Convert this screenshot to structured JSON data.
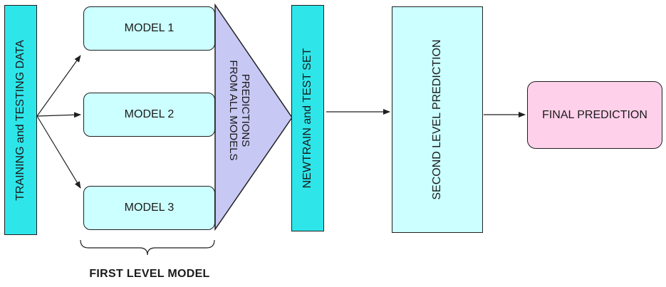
{
  "diagram": {
    "training_data_label": "TRAINING and TESTING DATA",
    "models": [
      {
        "label": "MODEL 1"
      },
      {
        "label": "MODEL 2"
      },
      {
        "label": "MODEL 3"
      }
    ],
    "predictions_label_line1": "PREDICTIONS",
    "predictions_label_line2": "FROM ALL MODELS",
    "new_set_label": "NEWTRAIN and TEST SET",
    "second_level_label": "SECOND LEVEL PREDICTION",
    "final_label": "FINAL PREDICTION",
    "first_level_caption": "FIRST LEVEL MODEL"
  },
  "colors": {
    "teal": "#2ee6ea",
    "light_teal": "#ccffff",
    "lavender": "#c8c8f5",
    "pink": "#ffd0ea"
  }
}
